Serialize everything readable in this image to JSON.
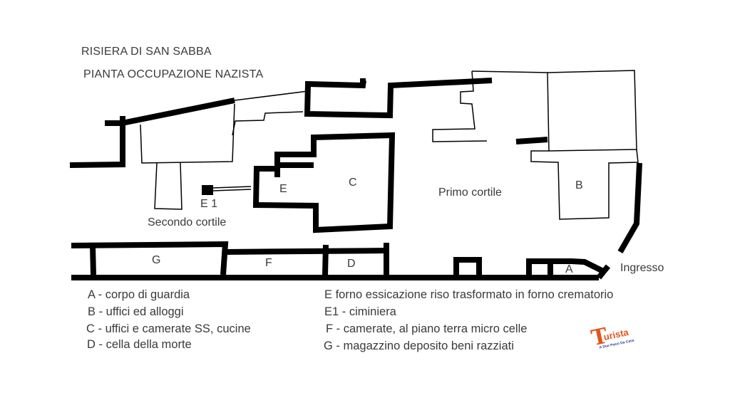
{
  "header": {
    "title": "RISIERA DI SAN SABBA",
    "subtitle": "PIANTA OCCUPAZIONE NAZISTA"
  },
  "map_labels": {
    "primo_cortile": "Primo cortile",
    "secondo_cortile": "Secondo cortile",
    "ingresso": "Ingresso",
    "A": "A",
    "B": "B",
    "C": "C",
    "D": "D",
    "E": "E",
    "E1": "E 1",
    "F": "F",
    "G": "G"
  },
  "legend": {
    "left": [
      "A - corpo di guardia",
      "B - uffici ed alloggi",
      "C - uffici e camerate SS, cucine",
      "D - cella della morte"
    ],
    "right": [
      "E forno essicazione riso trasformato in forno crematorio",
      "E1 - ciminiera",
      "F - camerate, al piano terra micro celle",
      "G - magazzino deposito beni razziati"
    ]
  },
  "logo": {
    "initial": "T",
    "rest": "urista",
    "tagline": "A Due Passi Da Casa",
    "color": "#e2541e",
    "tagline_color": "#2a3d9c"
  },
  "colors": {
    "wall": "#000000",
    "text": "#3a3a3a",
    "background": "#ffffff"
  }
}
